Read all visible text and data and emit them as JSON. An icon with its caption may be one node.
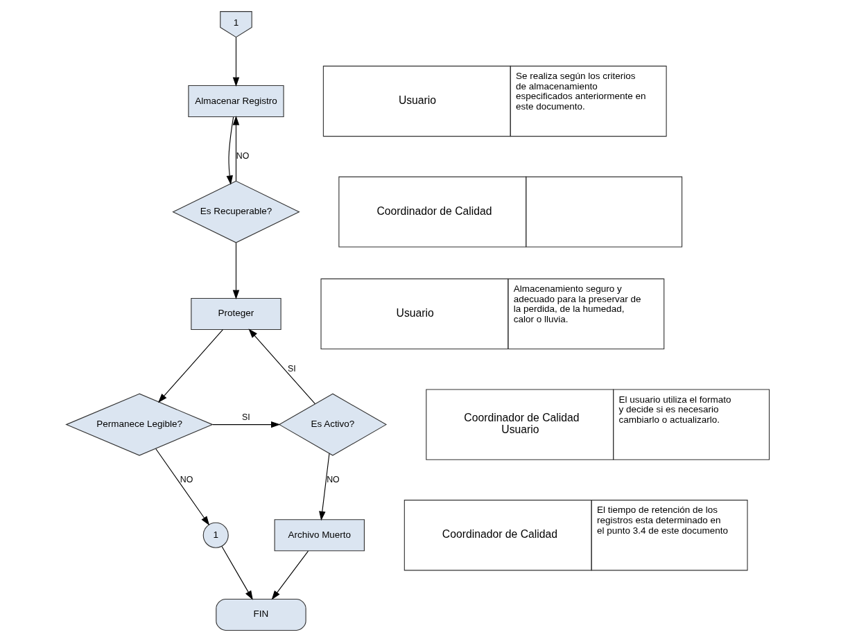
{
  "diagram": {
    "nodes": [
      {
        "text": [
          "1"
        ]
      },
      {
        "text": [
          "Almacenar Registro"
        ]
      },
      {
        "text": [
          "Es Recuperable?"
        ]
      },
      {
        "text": [
          "Proteger"
        ]
      },
      {
        "text": [
          "Permanece Legible?"
        ]
      },
      {
        "text": [
          "Es Activo?"
        ]
      },
      {
        "text": [
          "1"
        ]
      },
      {
        "text": [
          "Archivo Muerto"
        ]
      },
      {
        "text": [
          "FIN"
        ]
      }
    ],
    "edges": [
      {
        "from": 0,
        "to": 1,
        "arrow": "to"
      },
      {
        "from": 1,
        "to": 2,
        "arrow": "to"
      },
      {
        "from": 2,
        "to": 1,
        "arrow": "to",
        "label": "NO"
      },
      {
        "from": 2,
        "to": 3,
        "arrow": "to"
      },
      {
        "from": 3,
        "to": 4,
        "arrow": "to"
      },
      {
        "from": 4,
        "to": 5,
        "arrow": "to",
        "label": "SI"
      },
      {
        "from": 5,
        "to": 3,
        "arrow": "to",
        "label": "SI"
      },
      {
        "from": 4,
        "to": 6,
        "arrow": "to",
        "label": "NO"
      },
      {
        "from": 5,
        "to": 7,
        "arrow": "to",
        "label": "NO"
      },
      {
        "from": 6,
        "to": 8,
        "arrow": "to"
      },
      {
        "from": 7,
        "to": 8,
        "arrow": "to"
      }
    ],
    "labels": [
      "Usuario",
      "Se realiza según los criterios de almacenamiento especificados anteriormente en este documento.",
      "Coordinador de Calidad",
      "Usuario",
      "Almacenamiento seguro y adecuado para la preservar de la perdida, de la humedad, calor o lluvia.",
      "Coordinador de Calidad Usuario",
      "El usuario utiliza el formato y decide si es necesario cambiarlo o actualizarlo.",
      "Coordinador de Calidad",
      "El tiempo de retención de los registros esta determinado en el punto 3.4 de este documento"
    ]
  }
}
